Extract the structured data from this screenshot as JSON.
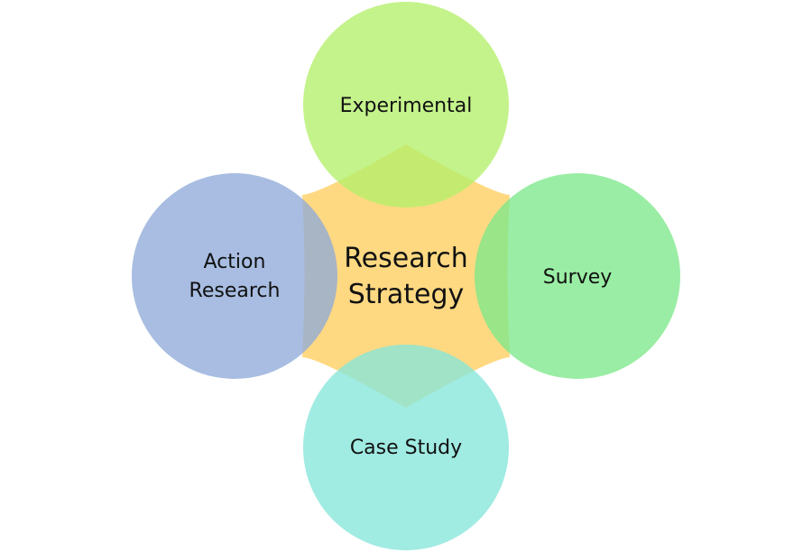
{
  "diagram": {
    "center": {
      "lines": [
        "Research",
        "Strategy"
      ],
      "color": "#FFD982"
    },
    "nodes": {
      "top": {
        "lines": [
          "Experimental"
        ],
        "color": "#B4F06A"
      },
      "right": {
        "lines": [
          "Survey"
        ],
        "color": "#7EE88B"
      },
      "bottom": {
        "lines": [
          "Case Study"
        ],
        "color": "#85E5DA"
      },
      "left": {
        "lines": [
          "Action",
          "Research"
        ],
        "color": "#8FAAD9"
      }
    }
  }
}
